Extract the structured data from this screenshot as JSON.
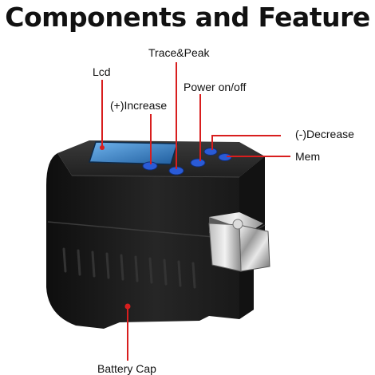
{
  "title": "Components and Feature",
  "labels": {
    "trace_peak": "Trace&Peak",
    "lcd": "Lcd",
    "power": "Power on/off",
    "increase": "(+)Increase",
    "decrease": "(-)Decrease",
    "mem": "Mem",
    "battery": "Battery Cap"
  },
  "colors": {
    "leader_line": "#d81e1e",
    "button": "#2a5bd7",
    "body": "#1c1c1c",
    "screen": "#2e7fc9"
  }
}
